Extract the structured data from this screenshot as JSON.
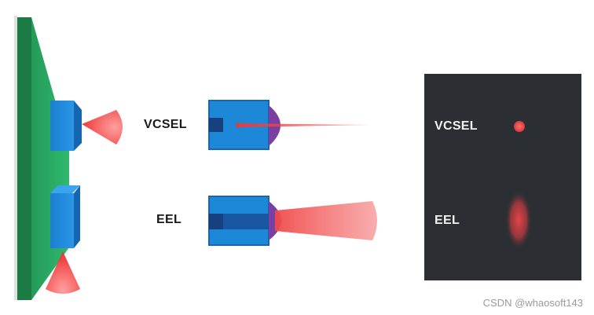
{
  "labels": {
    "vcsel_side": "VCSEL",
    "eel_side": "EEL",
    "vcsel_panel": "VCSEL",
    "eel_panel": "EEL"
  },
  "watermark": "CSDN @whaosoft143",
  "colors": {
    "board": "#2db36a",
    "board_edge": "#1c7a45",
    "chip": "#1e88d8",
    "chip_dark": "#1a4f9a",
    "lens": "#7a3fa0",
    "beam": "#f04a4a",
    "panel": "#2b2f33"
  }
}
